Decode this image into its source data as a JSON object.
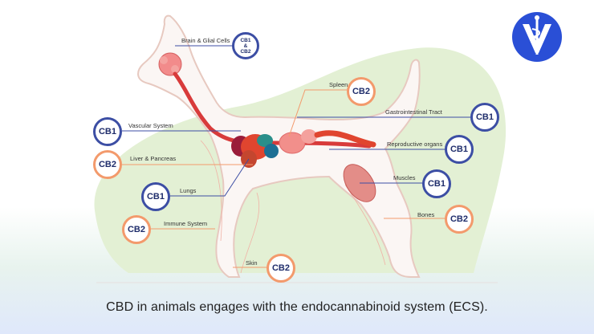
{
  "caption": "CBD in animals engages with the endocannabinoid system (ECS).",
  "logo": {
    "icon": "caduceus-v-icon",
    "color": "#2a4fd6"
  },
  "colors": {
    "cb1": "#3c4ea4",
    "cb2": "#f39a6c",
    "blob": "#e3f0d4"
  },
  "labels": {
    "brain": "Brain & Glial Cells",
    "spleen": "Spleen",
    "gastro": "Gastrointestinal Tract",
    "vascular": "Vascular System",
    "reproductive": "Reproductive organs",
    "liver": "Liver & Pancreas",
    "muscles": "Muscles",
    "lungs": "Lungs",
    "bones": "Bones",
    "immune": "Immune System",
    "skin": "Skin"
  },
  "badges": {
    "brain": {
      "line1": "CB1",
      "amp": "&",
      "line2": "CB2"
    },
    "spleen": "CB2",
    "gastro": "CB1",
    "vascular": "CB1",
    "reproductive": "CB1",
    "liver": "CB2",
    "muscles": "CB1",
    "lungs": "CB1",
    "bones": "CB2",
    "immune": "CB2",
    "skin": "CB2"
  }
}
